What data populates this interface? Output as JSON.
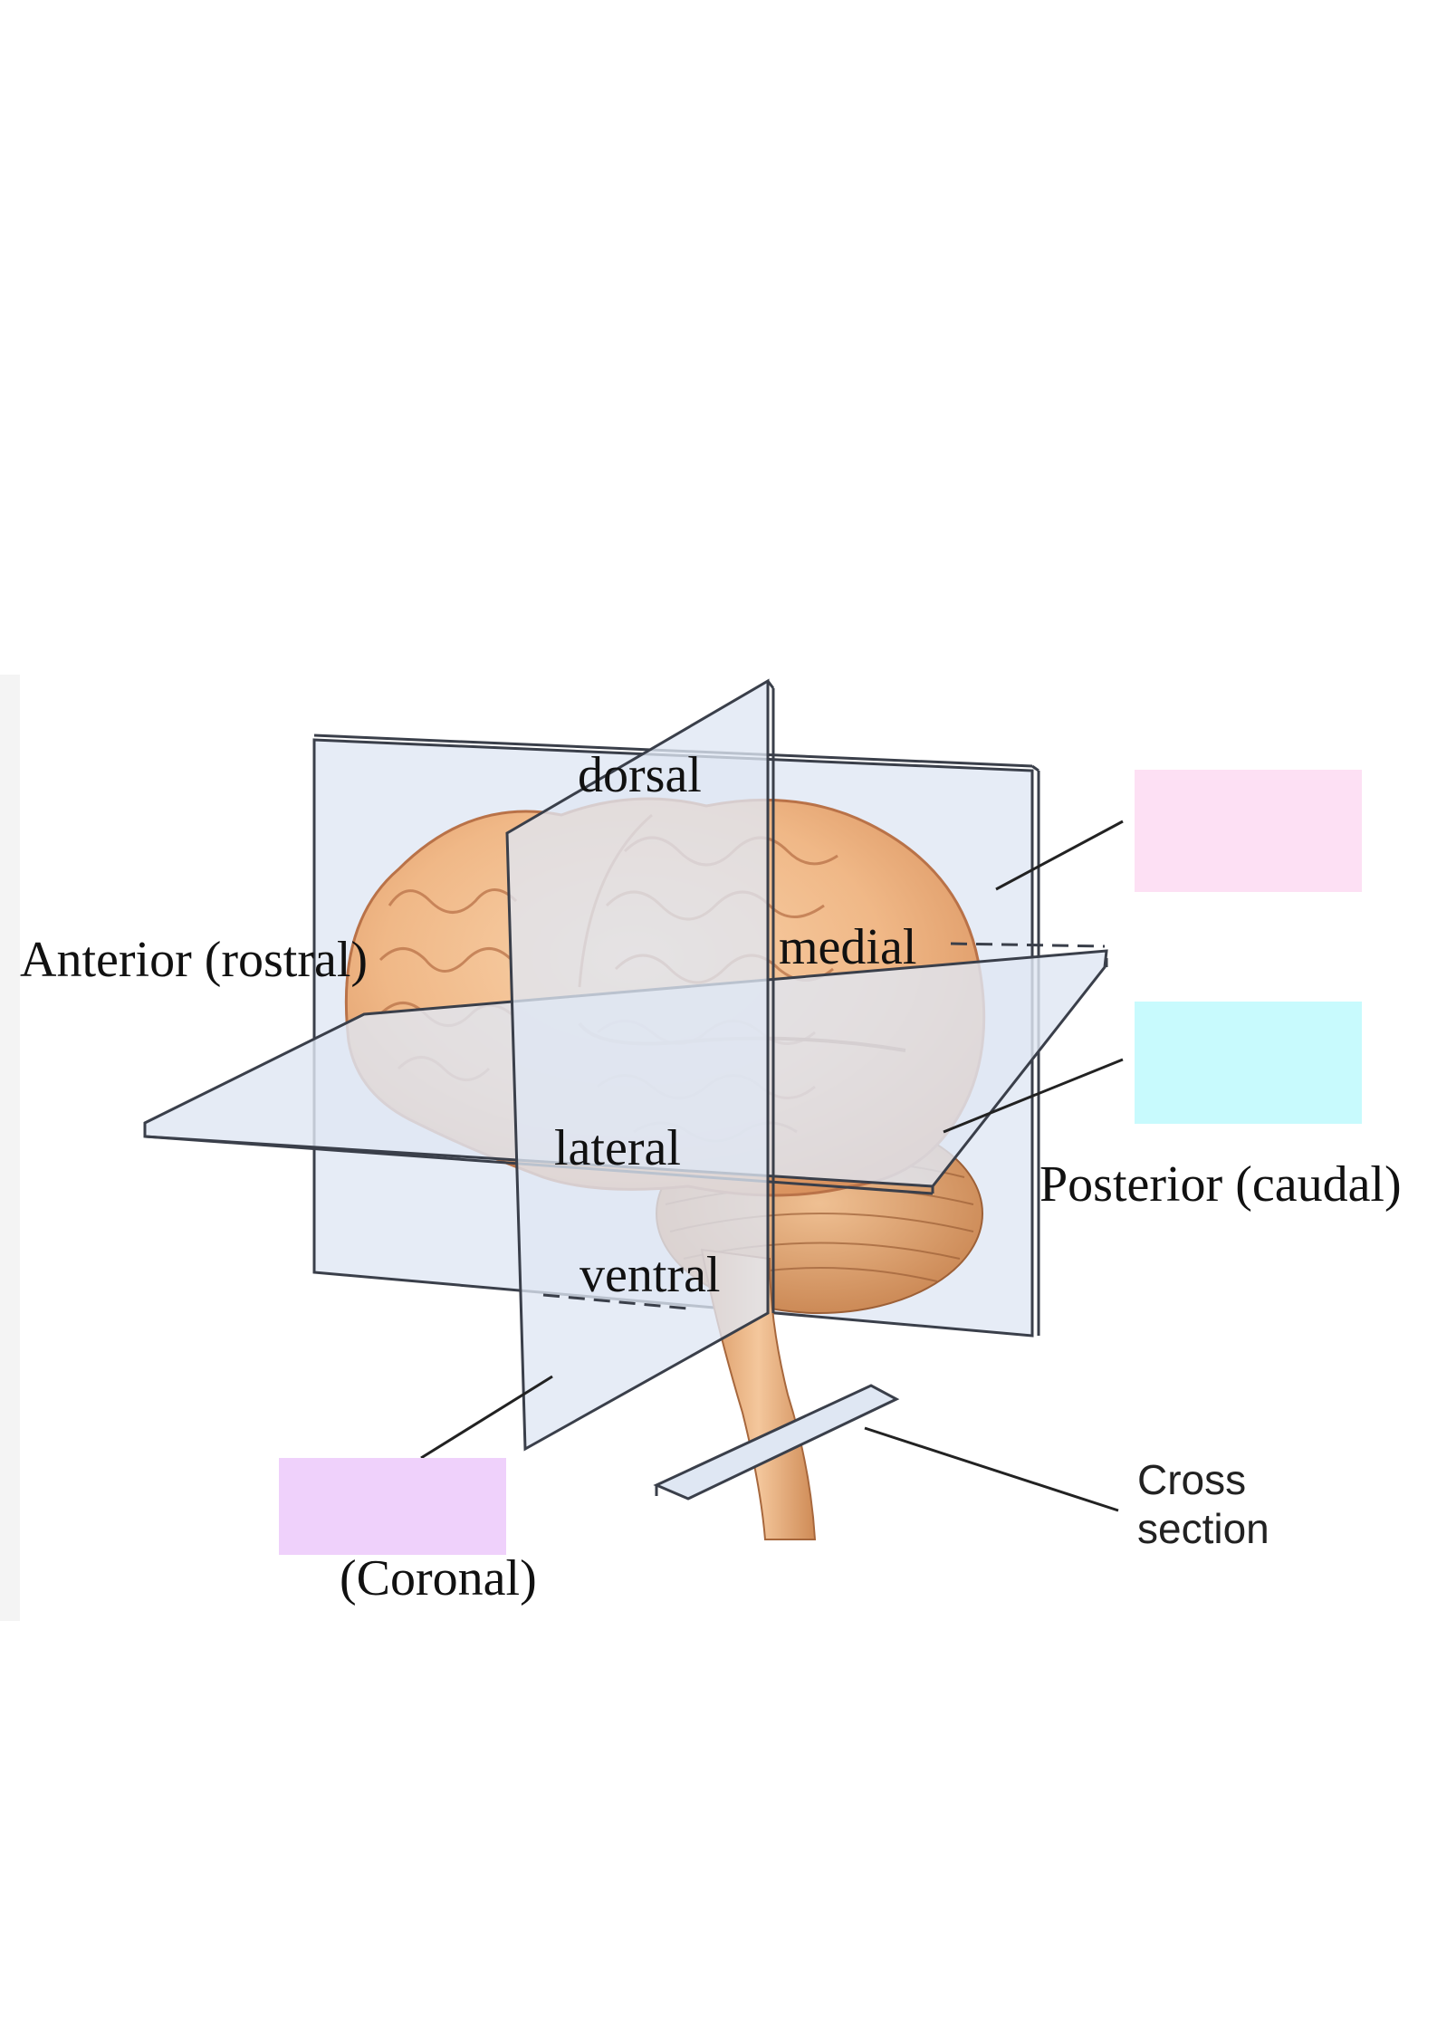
{
  "labels": {
    "dorsal": "dorsal",
    "medial": "medial",
    "anterior": "Anterior (rostral)",
    "lateral": "lateral",
    "posterior": "Posterior (caudal)",
    "ventral": "ventral",
    "coronal": "(Coronal)",
    "cross_section": "Cross\nsection"
  },
  "blank_boxes": [
    {
      "name": "sagittal-plane-blank",
      "color": "#fde0f4"
    },
    {
      "name": "horizontal-plane-blank",
      "color": "#c8fafd"
    },
    {
      "name": "coronal-plane-blank",
      "color": "#efd1fb"
    }
  ],
  "colors": {
    "plane_fill": "#dfe7f3",
    "plane_edge": "#3a3f4a",
    "brain": "#f0b887",
    "brain_shadow": "#d9925e",
    "brain_outline": "#b97248",
    "stem": "#e2a97a"
  }
}
